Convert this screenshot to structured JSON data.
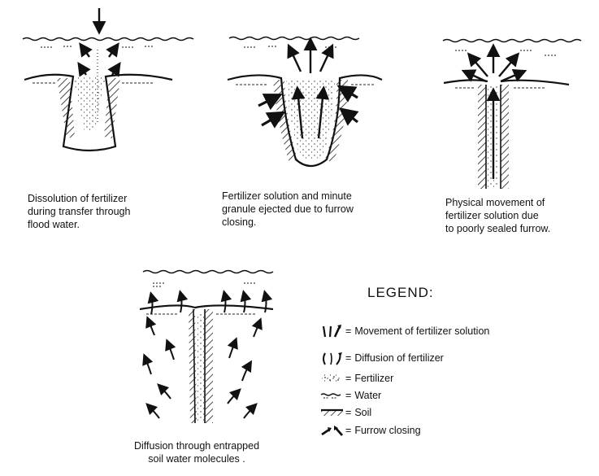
{
  "panels": [
    {
      "caption_lines": [
        "Dissolution of fertilizer",
        "during transfer through",
        "flood water."
      ]
    },
    {
      "caption_lines": [
        "Fertilizer solution and minute",
        "granule ejected due to furrow",
        "closing."
      ]
    },
    {
      "caption_lines": [
        "Physical movement of",
        "fertilizer solution due",
        "to poorly sealed furrow."
      ]
    },
    {
      "caption_lines": [
        "Diffusion through entrapped",
        "soil water molecules ."
      ]
    }
  ],
  "legend": {
    "title": "LEGEND:",
    "items": [
      {
        "symbol": "movement-arrows",
        "label": "Movement of fertilizer solution"
      },
      {
        "symbol": "diffusion-arrows",
        "label": "Diffusion of fertilizer"
      },
      {
        "symbol": "fertilizer-dots",
        "label": "Fertilizer"
      },
      {
        "symbol": "water-wave",
        "label": "Water"
      },
      {
        "symbol": "soil-hatch",
        "label": "Soil"
      },
      {
        "symbol": "furrow-closing-arrows",
        "label": "Furrow closing"
      }
    ],
    "equals_sign": "="
  },
  "colors": {
    "ink": "#111111",
    "background": "#ffffff"
  }
}
